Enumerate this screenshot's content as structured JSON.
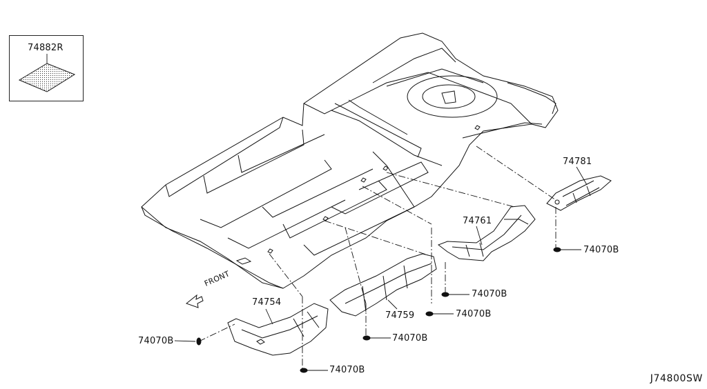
{
  "inset": {
    "part_number": "74882R"
  },
  "front_label": "FRONT",
  "diagram_code": "J74800SW",
  "parts": {
    "p74781": "74781",
    "p74761": "74761",
    "p74754": "74754",
    "p74759": "74759",
    "clip_right": "74070B",
    "clip_mid_upper": "74070B",
    "clip_mid_lower": "74070B",
    "clip_center": "74070B",
    "clip_left": "74070B",
    "clip_bottom": "74070B"
  }
}
